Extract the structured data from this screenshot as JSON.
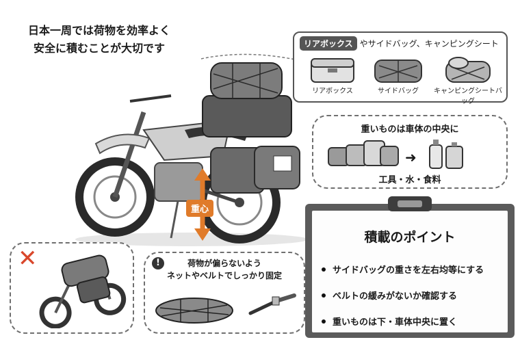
{
  "headline": {
    "line1": "日本一周では荷物を効率よく",
    "line2": "安全に積むことが大切です"
  },
  "top_panel": {
    "tag": "リアボックス",
    "tag_suffix": "やサイドバッグ、キャンピングシート",
    "items": [
      {
        "label": "リアボックス",
        "icon": "rear-box-icon"
      },
      {
        "label": "サイドバッグ",
        "icon": "side-bag-icon"
      },
      {
        "label": "キャンピングシートバッグ",
        "icon": "camping-seat-bag-icon"
      }
    ]
  },
  "heavy_panel": {
    "title": "重いものは車体の中央に",
    "caption": "工具・水・食料"
  },
  "center_badge": "重心",
  "net_panel": {
    "line1": "荷物が偏らないよう",
    "line2": "ネットやベルトでしっかり固定"
  },
  "points_board": {
    "title": "積載のポイント",
    "items": [
      "サイドバッグの重さを左右均等にする",
      "ベルトの緩みがないか確認する",
      "重いものは下・車体中央に置く"
    ]
  },
  "colors": {
    "accent_orange": "#e07b2a",
    "warning_red": "#d9472b",
    "board_gray": "#5b5b5b"
  }
}
